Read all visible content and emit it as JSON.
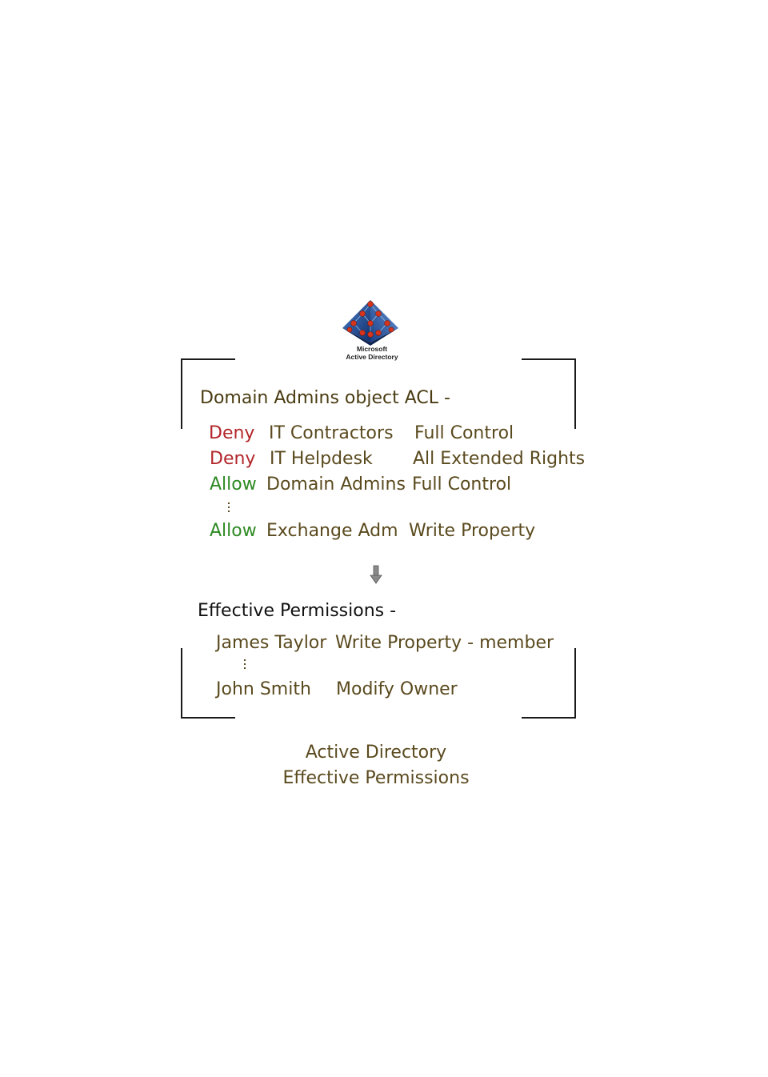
{
  "logo": {
    "line1": "Microsoft",
    "line2": "Active Directory"
  },
  "acl": {
    "heading": "Domain Admins object ACL -",
    "entries": [
      {
        "type": "Deny",
        "principal": "IT Contractors",
        "right": "Full Control"
      },
      {
        "type": "Deny",
        "principal": "IT Helpdesk",
        "right": "All Extended Rights"
      },
      {
        "type": "Allow",
        "principal": "Domain Admins",
        "right": "Full Control"
      },
      {
        "type": "Allow",
        "principal": "Exchange Adm",
        "right": "Write Property"
      }
    ]
  },
  "effective": {
    "heading": "Effective Permissions -",
    "entries": [
      {
        "user": "James Taylor",
        "permission": "Write Property - member"
      },
      {
        "user": "John Smith",
        "permission": "Modify Owner"
      }
    ]
  },
  "caption": {
    "line1": "Active Directory",
    "line2": "Effective Permissions"
  },
  "colors": {
    "deny": "#b3262a",
    "allow": "#2e8a24",
    "text": "#5a4a1e",
    "bracket": "#1a1a1a"
  }
}
